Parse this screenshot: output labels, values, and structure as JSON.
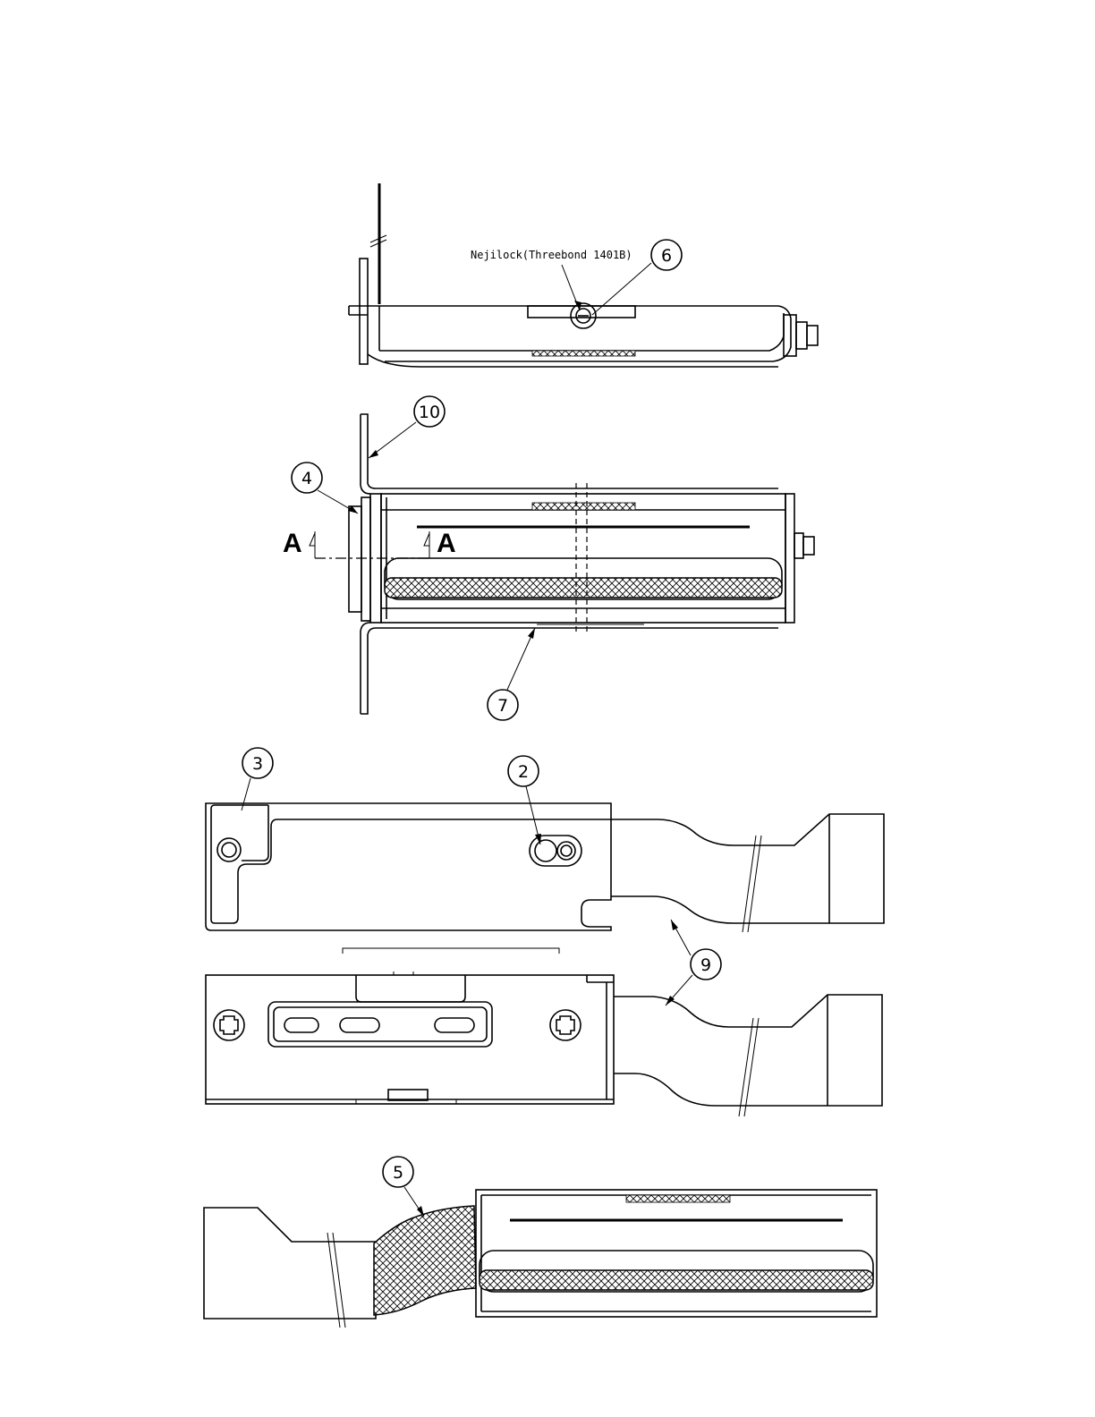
{
  "annotation": {
    "adhesive_note": "Nejilock(Threebond 1401B)"
  },
  "section_marker": {
    "left_letter": "A",
    "right_letter": "A"
  },
  "callouts": [
    {
      "id": "2",
      "label": "2"
    },
    {
      "id": "3",
      "label": "3"
    },
    {
      "id": "4",
      "label": "4"
    },
    {
      "id": "5",
      "label": "5"
    },
    {
      "id": "6",
      "label": "6"
    },
    {
      "id": "7",
      "label": "7"
    },
    {
      "id": "9",
      "label": "9"
    },
    {
      "id": "10",
      "label": "10"
    }
  ],
  "views": [
    {
      "id": "side-view"
    },
    {
      "id": "front-view"
    },
    {
      "id": "bracket-top-view"
    },
    {
      "id": "bracket-bottom-view"
    },
    {
      "id": "head-view"
    }
  ]
}
